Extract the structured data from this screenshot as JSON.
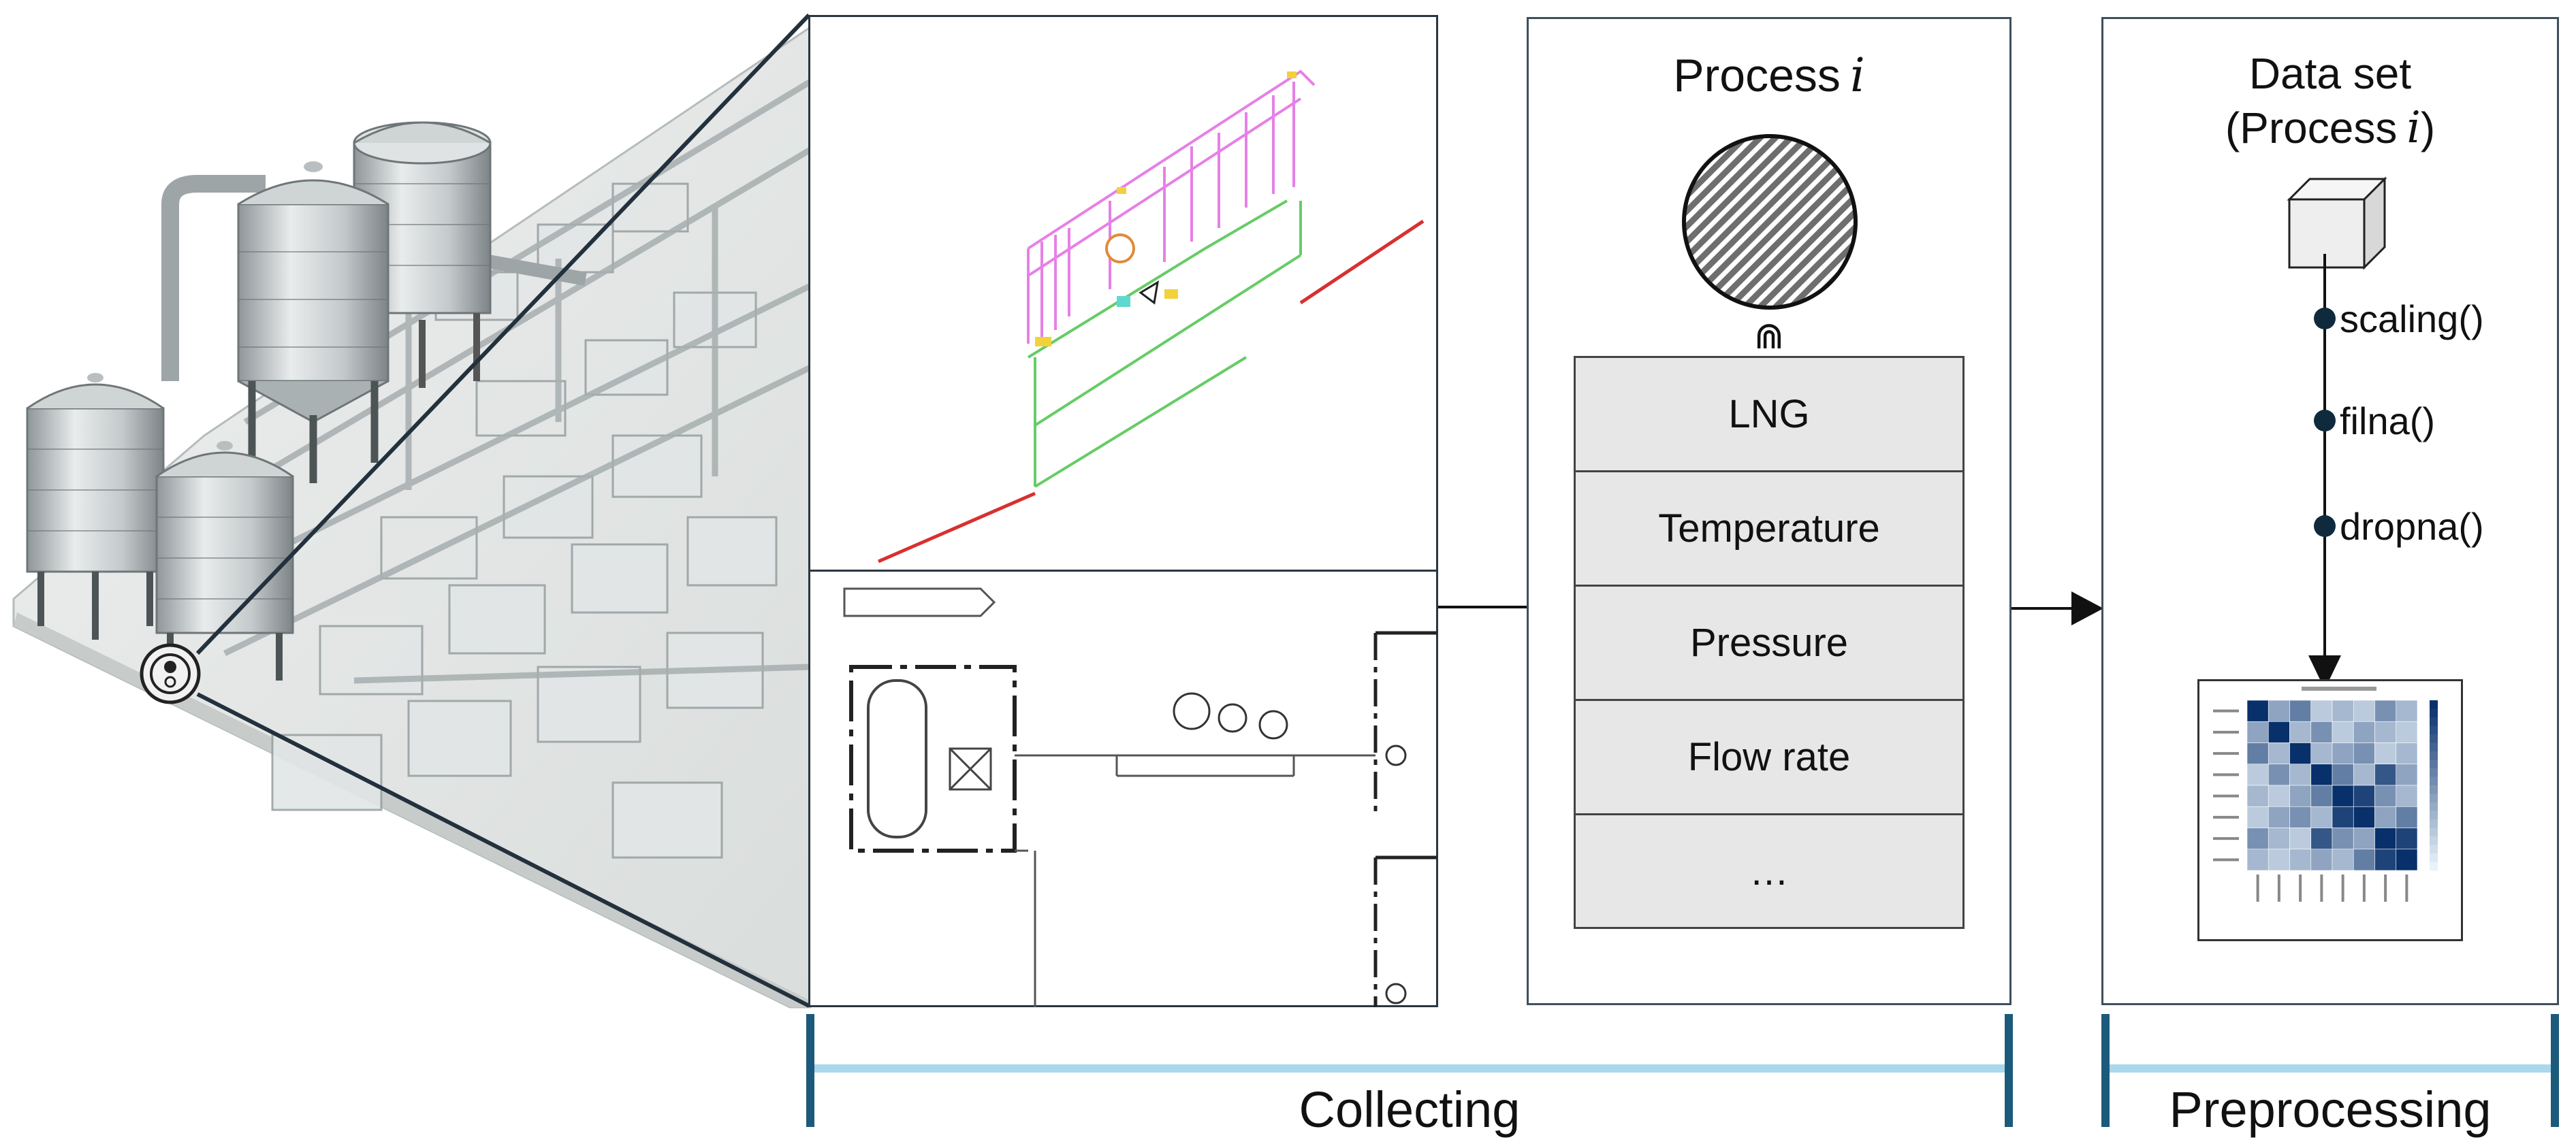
{
  "process": {
    "title_prefix": "Process",
    "title_var": "i",
    "symbol": "⋒",
    "items": [
      "LNG",
      "Temperature",
      "Pressure",
      "Flow rate",
      "…"
    ]
  },
  "dataset": {
    "title_line1": "Data set",
    "title_line2_prefix": "(Process",
    "title_line2_var": "i",
    "title_line2_suffix": ")",
    "steps": [
      "scaling()",
      "filna()",
      "dropna()"
    ]
  },
  "phases": {
    "collecting": "Collecting",
    "preprocessing": "Preprocessing"
  },
  "heatmap": {
    "cells": [
      [
        1.0,
        0.4,
        0.6,
        0.2,
        0.3,
        0.2,
        0.5,
        0.3
      ],
      [
        0.4,
        1.0,
        0.3,
        0.5,
        0.2,
        0.4,
        0.3,
        0.2
      ],
      [
        0.6,
        0.3,
        1.0,
        0.3,
        0.4,
        0.5,
        0.2,
        0.3
      ],
      [
        0.2,
        0.5,
        0.3,
        1.0,
        0.6,
        0.3,
        0.8,
        0.4
      ],
      [
        0.3,
        0.2,
        0.4,
        0.6,
        1.0,
        0.9,
        0.5,
        0.3
      ],
      [
        0.2,
        0.4,
        0.5,
        0.3,
        0.9,
        1.0,
        0.4,
        0.6
      ],
      [
        0.5,
        0.3,
        0.2,
        0.8,
        0.5,
        0.4,
        1.0,
        0.9
      ],
      [
        0.3,
        0.2,
        0.3,
        0.4,
        0.3,
        0.6,
        0.9,
        1.0
      ]
    ]
  },
  "colors": {
    "panel_border": "#3f4f5e",
    "phase_bar": "#1b5a7a",
    "phase_line": "#a9d8ea",
    "cell_fill": "#e7e7e7",
    "pink_pipe": "#e680e6",
    "green_pipe": "#66cc66",
    "red_pipe": "#d83030",
    "dot": "#0f2a3d"
  }
}
